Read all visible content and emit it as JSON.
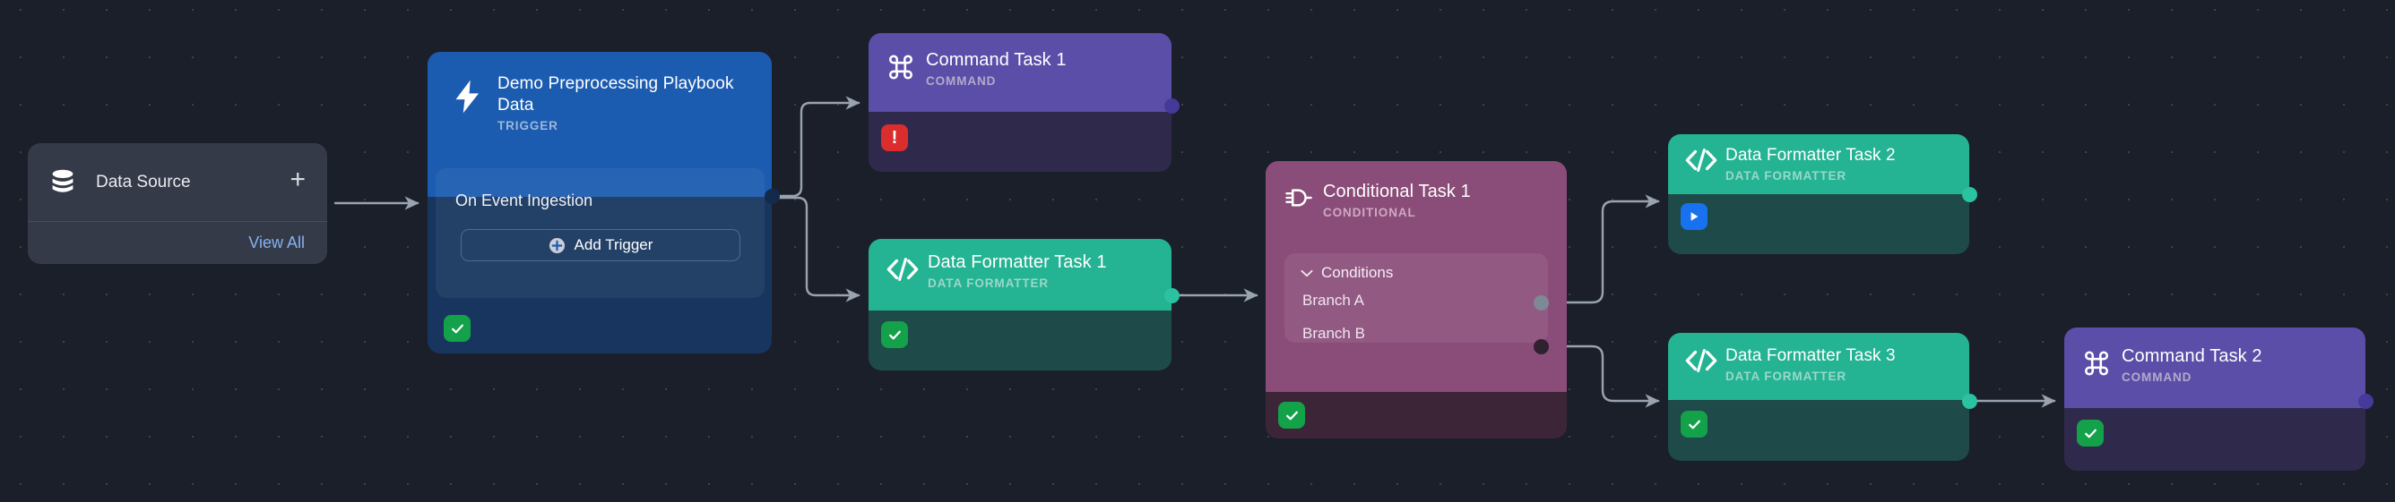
{
  "canvas": {
    "background_color": "#1b1f2a",
    "grid": "dot-grid"
  },
  "data_source_card": {
    "icon": "database-icon",
    "label": "Data Source",
    "add_icon": "plus-icon",
    "view_all_label": "View All",
    "link_color": "#84b2f0",
    "card_color": "#353a48"
  },
  "nodes": [
    {
      "id": "trigger",
      "title": "Demo Preprocessing Playbook Data",
      "subtitle": "TRIGGER",
      "icon": "lightning-bolt-icon",
      "header_color": "#1c5cb0",
      "body_color": "#17355f",
      "status": "success",
      "status_icon": "check-icon",
      "panel": {
        "label": "On Event Ingestion",
        "button_label": "Add Trigger",
        "button_icon": "plus-circle-icon"
      }
    },
    {
      "id": "command-task-1",
      "title": "Command Task 1",
      "subtitle": "COMMAND",
      "icon": "command-key-icon",
      "header_color": "#5b4ea8",
      "body_color": "#2f2a4c",
      "status": "error",
      "status_icon": "exclamation-icon",
      "status_color": "#db2d2d"
    },
    {
      "id": "data-formatter-task-1",
      "title": "Data Formatter Task 1",
      "subtitle": "DATA FORMATTER",
      "icon": "code-brackets-icon",
      "header_color": "#24b393",
      "body_color": "#1e4a49",
      "status": "success",
      "status_icon": "check-icon",
      "status_color": "#13a149"
    },
    {
      "id": "conditional-task-1",
      "title": "Conditional Task 1",
      "subtitle": "CONDITIONAL",
      "icon": "conditional-branch-icon",
      "header_color": "#8a4c78",
      "body_color": "#3d2538",
      "status": "success",
      "status_icon": "check-icon",
      "status_color": "#13a149",
      "conditions": {
        "title": "Conditions",
        "chevron": "chevron-down-icon",
        "branches": [
          {
            "label": "Branch A",
            "port_state": "active",
            "port_color": "#7f8896"
          },
          {
            "label": "Branch B",
            "port_state": "inactive",
            "port_color": "#2f2130"
          }
        ]
      }
    },
    {
      "id": "data-formatter-task-2",
      "title": "Data Formatter Task 2",
      "subtitle": "DATA FORMATTER",
      "icon": "code-brackets-icon",
      "header_color": "#24b393",
      "body_color": "#1e4a49",
      "status": "running",
      "status_icon": "play-icon",
      "status_color": "#1872ef"
    },
    {
      "id": "data-formatter-task-3",
      "title": "Data Formatter Task 3",
      "subtitle": "DATA FORMATTER",
      "icon": "code-brackets-icon",
      "header_color": "#24b393",
      "body_color": "#1e4a49",
      "status": "success",
      "status_icon": "check-icon",
      "status_color": "#13a149"
    },
    {
      "id": "command-task-2",
      "title": "Command Task 2",
      "subtitle": "COMMAND",
      "icon": "command-key-icon",
      "header_color": "#5b4ea8",
      "body_color": "#2f2a4c",
      "status": "success",
      "status_icon": "check-icon",
      "status_color": "#13a149"
    }
  ],
  "edges": [
    {
      "from": "data-source",
      "to": "trigger"
    },
    {
      "from": "trigger",
      "to": "command-task-1"
    },
    {
      "from": "trigger",
      "to": "data-formatter-task-1"
    },
    {
      "from": "data-formatter-task-1",
      "to": "conditional-task-1"
    },
    {
      "from": "conditional-task-1:branch-a",
      "to": "data-formatter-task-2"
    },
    {
      "from": "conditional-task-1:branch-b",
      "to": "data-formatter-task-3"
    },
    {
      "from": "data-formatter-task-3",
      "to": "command-task-2"
    }
  ],
  "colors": {
    "edge": "#9aa3b0",
    "accent_blue": "#1872ef",
    "success_green": "#13a149",
    "error_red": "#db2d2d"
  }
}
